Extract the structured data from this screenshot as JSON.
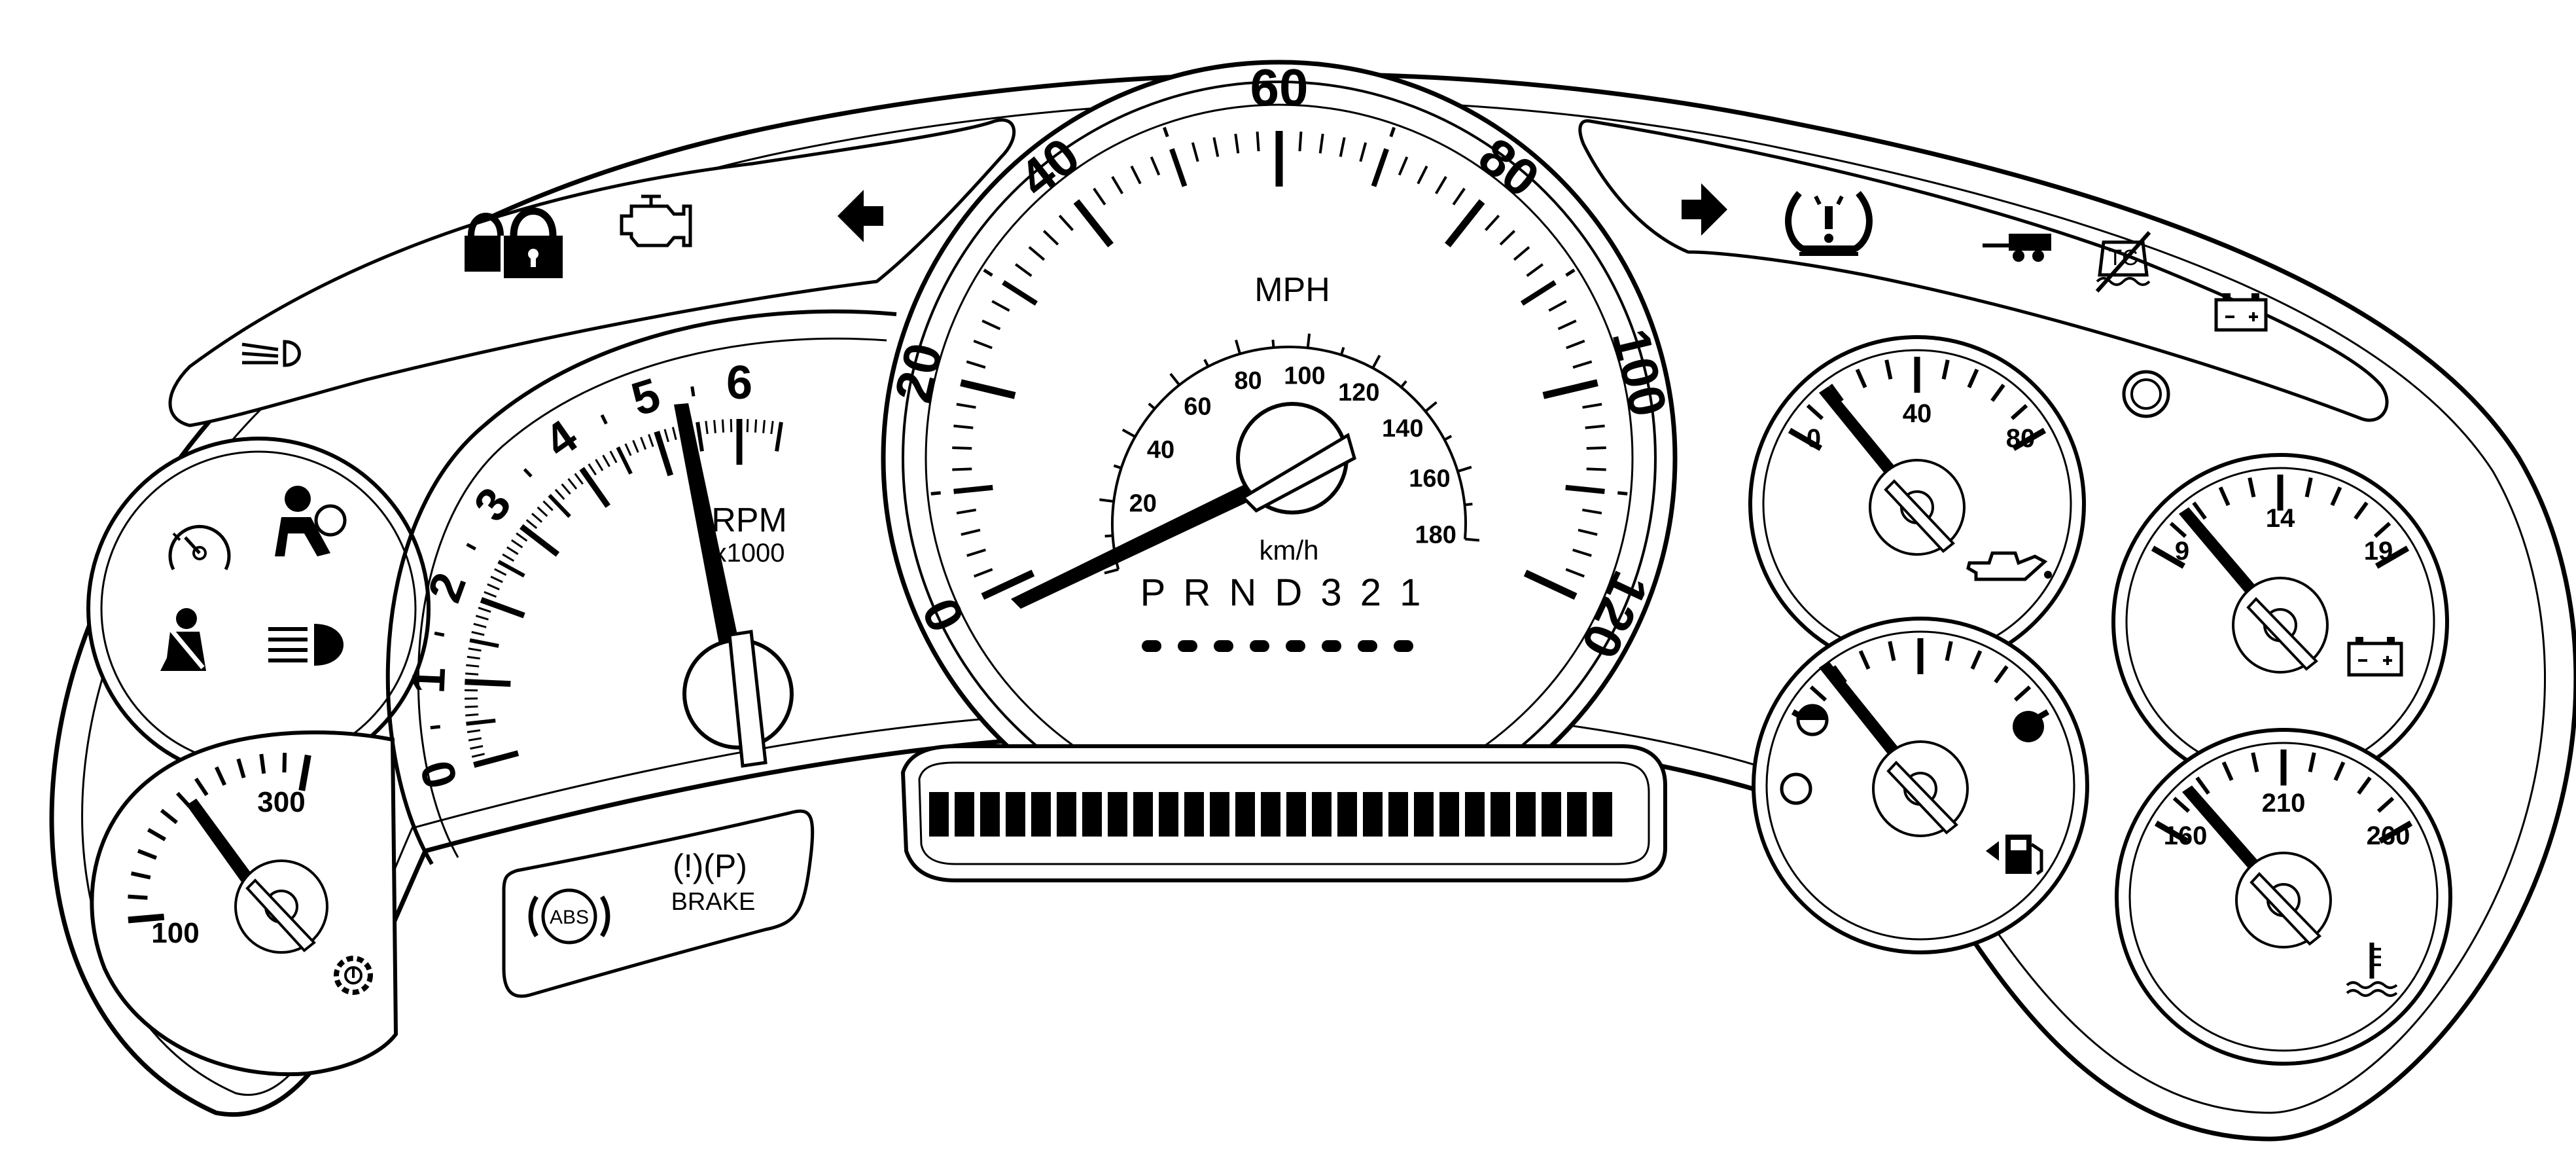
{
  "speedometer": {
    "mph_labels": [
      "0",
      "20",
      "40",
      "60",
      "80",
      "100",
      "120"
    ],
    "kmh_labels": [
      "20",
      "40",
      "60",
      "80",
      "100",
      "120",
      "140",
      "160",
      "180"
    ],
    "unit_mph": "MPH",
    "unit_kmh": "km/h",
    "prndl": "P R N D 3 2 1"
  },
  "tachometer": {
    "labels": [
      "0",
      "1",
      "2",
      "3",
      "4",
      "5",
      "6"
    ],
    "unit_line1": "RPM",
    "unit_line2": "x1000"
  },
  "oil_pressure_gauge": {
    "labels": [
      "0",
      "40",
      "80"
    ],
    "icon": "oil-can-icon"
  },
  "voltmeter": {
    "labels": [
      "9",
      "14",
      "19"
    ],
    "icon": "battery-icon"
  },
  "fuel_gauge": {
    "icon": "fuel-pump-icon"
  },
  "coolant_temp_gauge": {
    "labels": [
      "160",
      "210",
      "260"
    ],
    "icon": "coolant-temperature-icon"
  },
  "trans_temp_gauge": {
    "labels": [
      "100",
      "300"
    ],
    "icon": "transmission-temperature-icon"
  },
  "warning_panel": {
    "abs": "ABS",
    "brake_symbols": "(!)(P)",
    "brake": "BRAKE"
  },
  "left_telltales": [
    "security-lock-icon",
    "check-engine-icon",
    "left-turn-arrow-icon",
    "low-beam-icon"
  ],
  "right_telltales": [
    "right-turn-arrow-icon",
    "tire-pressure-icon",
    "tow-haul-icon",
    "traction-control-off-icon",
    "charging-system-icon"
  ],
  "left_cluster_icons": [
    "cruise-control-icon",
    "airbag-icon",
    "seatbelt-icon",
    "high-beam-icon"
  ],
  "colors": {
    "ink": "#000000",
    "paper": "#ffffff"
  }
}
